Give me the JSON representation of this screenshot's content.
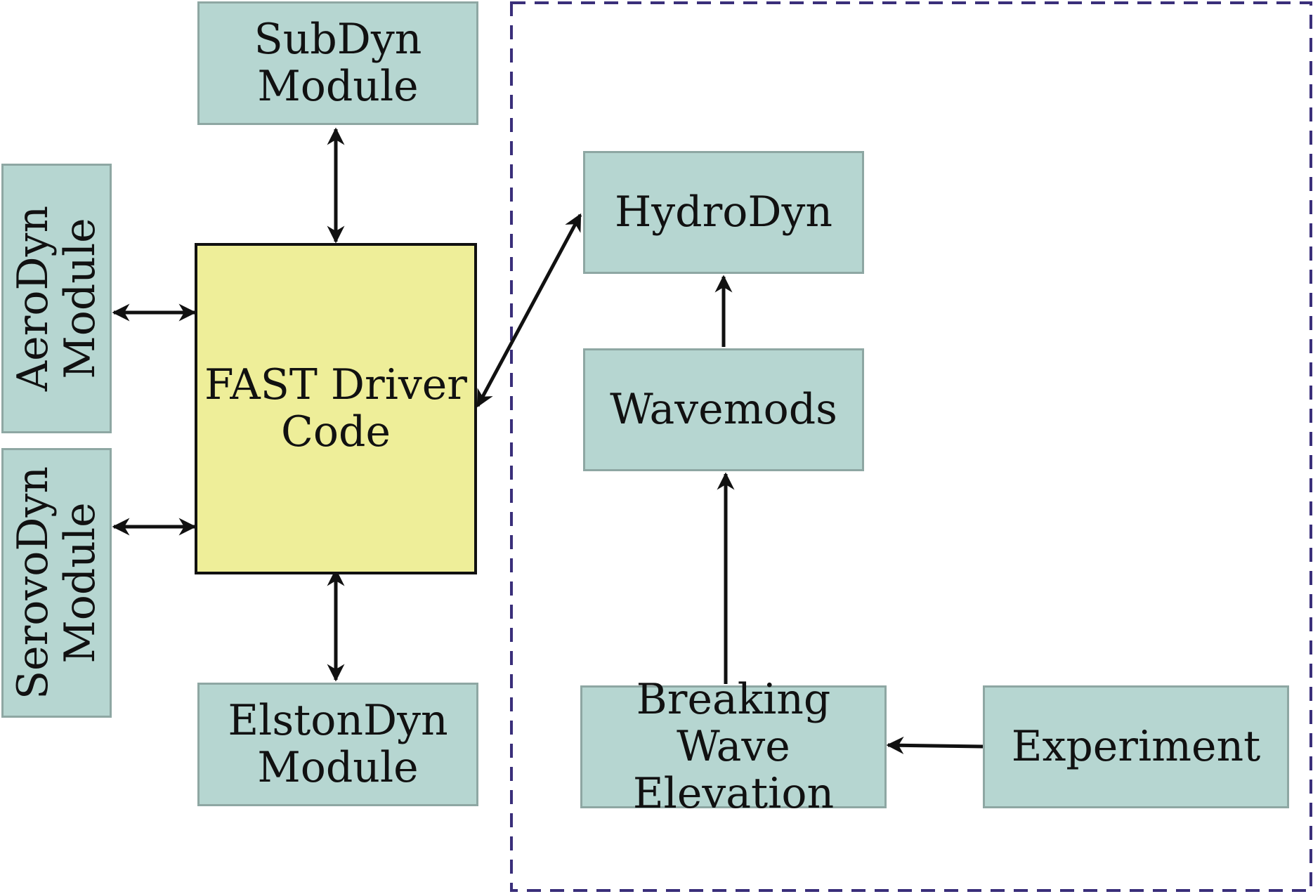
{
  "diagram": {
    "nodes": {
      "subdyn": {
        "line1": "SubDyn",
        "line2": "Module"
      },
      "aerodyn": {
        "line1": "AeroDyn",
        "line2": "Module"
      },
      "serovodyn": {
        "line1": "SerovoDyn",
        "line2": "Module"
      },
      "elstondyn": {
        "line1": "ElstonDyn",
        "line2": "Module"
      },
      "fast": {
        "line1": "FAST Driver",
        "line2": "Code"
      },
      "hydrodyn": {
        "line1": "HydroDyn"
      },
      "wavemods": {
        "line1": "Wavemods"
      },
      "breaking": {
        "line1": "Breaking Wave",
        "line2": "Elevation"
      },
      "experiment": {
        "line1": "Experiment"
      }
    },
    "edges": [
      {
        "from": "subdyn",
        "to": "fast",
        "direction": "both"
      },
      {
        "from": "aerodyn",
        "to": "fast",
        "direction": "both"
      },
      {
        "from": "serovodyn",
        "to": "fast",
        "direction": "both"
      },
      {
        "from": "elstondyn",
        "to": "fast",
        "direction": "both"
      },
      {
        "from": "fast",
        "to": "hydrodyn",
        "direction": "both"
      },
      {
        "from": "wavemods",
        "to": "hydrodyn",
        "direction": "forward"
      },
      {
        "from": "breaking",
        "to": "wavemods",
        "direction": "forward"
      },
      {
        "from": "experiment",
        "to": "breaking",
        "direction": "forward"
      }
    ],
    "colors": {
      "module_fill": "#b6d6d1",
      "module_border": "#8ea7a3",
      "driver_fill": "#eeee99",
      "arrow": "#111111",
      "group_border": "#3a2f7a"
    }
  }
}
